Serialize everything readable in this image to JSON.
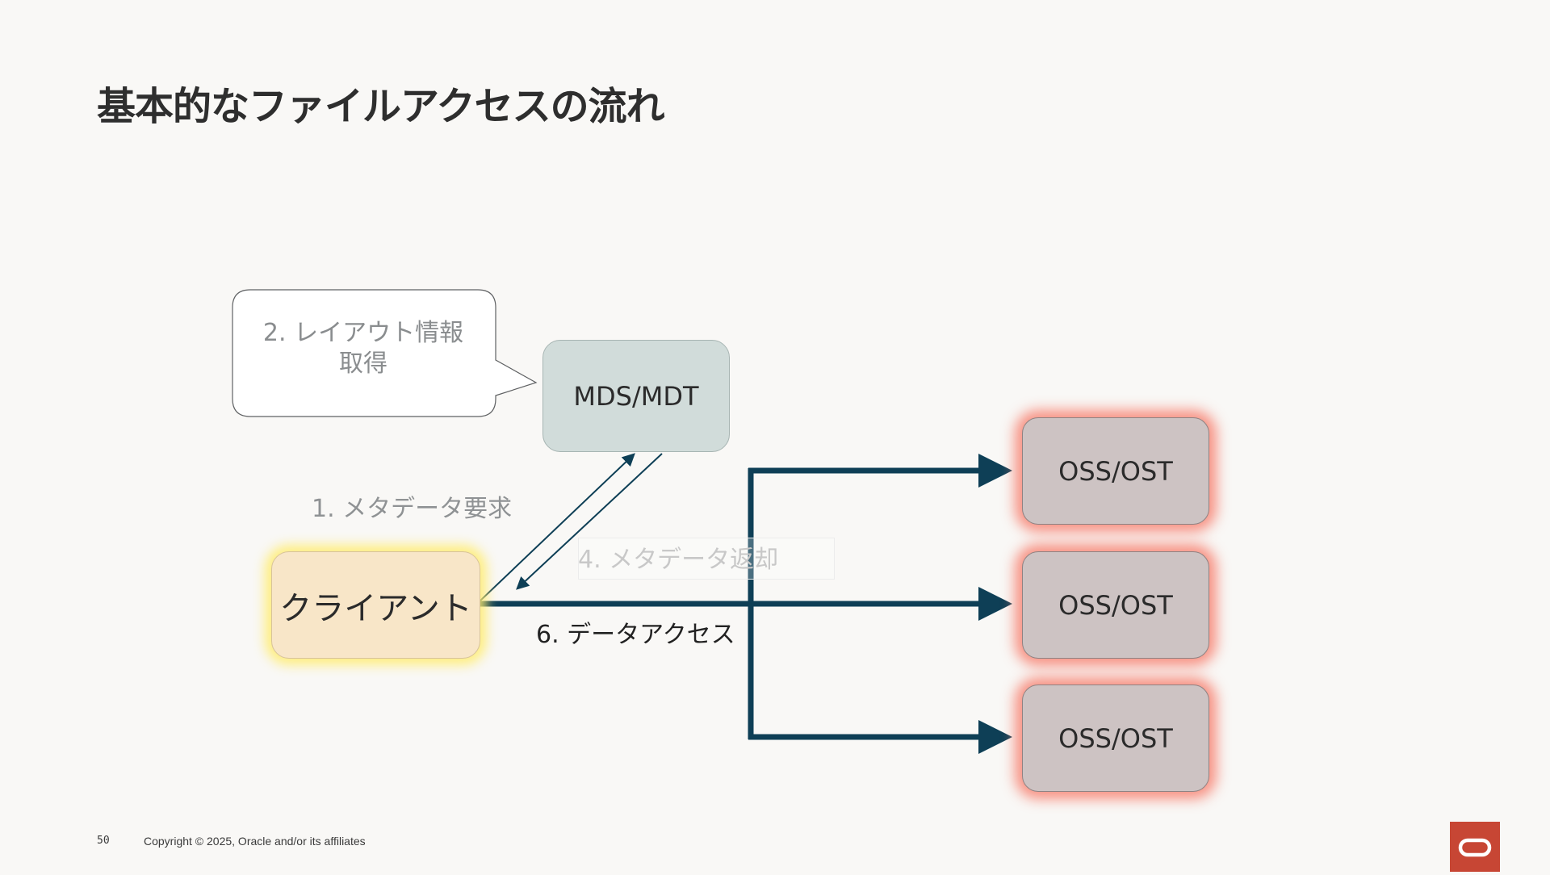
{
  "title": "基本的なファイルアクセスの流れ",
  "nodes": {
    "mds": "MDS/MDT",
    "client": "クライアント",
    "oss": [
      "OSS/OST",
      "OSS/OST",
      "OSS/OST"
    ]
  },
  "callout": "2. レイアウト情報\n取得",
  "labels": {
    "metadata_request": "1. メタデータ要求",
    "metadata_return": "4. メタデータ返却",
    "data_access": "6. データアクセス"
  },
  "footer": {
    "page_number": "50",
    "copyright": "Copyright © 2025, Oracle and/or its affiliates"
  },
  "colors": {
    "arrow": "#0e3f56",
    "oracle_red": "#c74634",
    "client_glow": "#ffec6e",
    "oss_glow": "#f78070"
  },
  "icons": {
    "logo": "oracle-logo-icon"
  }
}
